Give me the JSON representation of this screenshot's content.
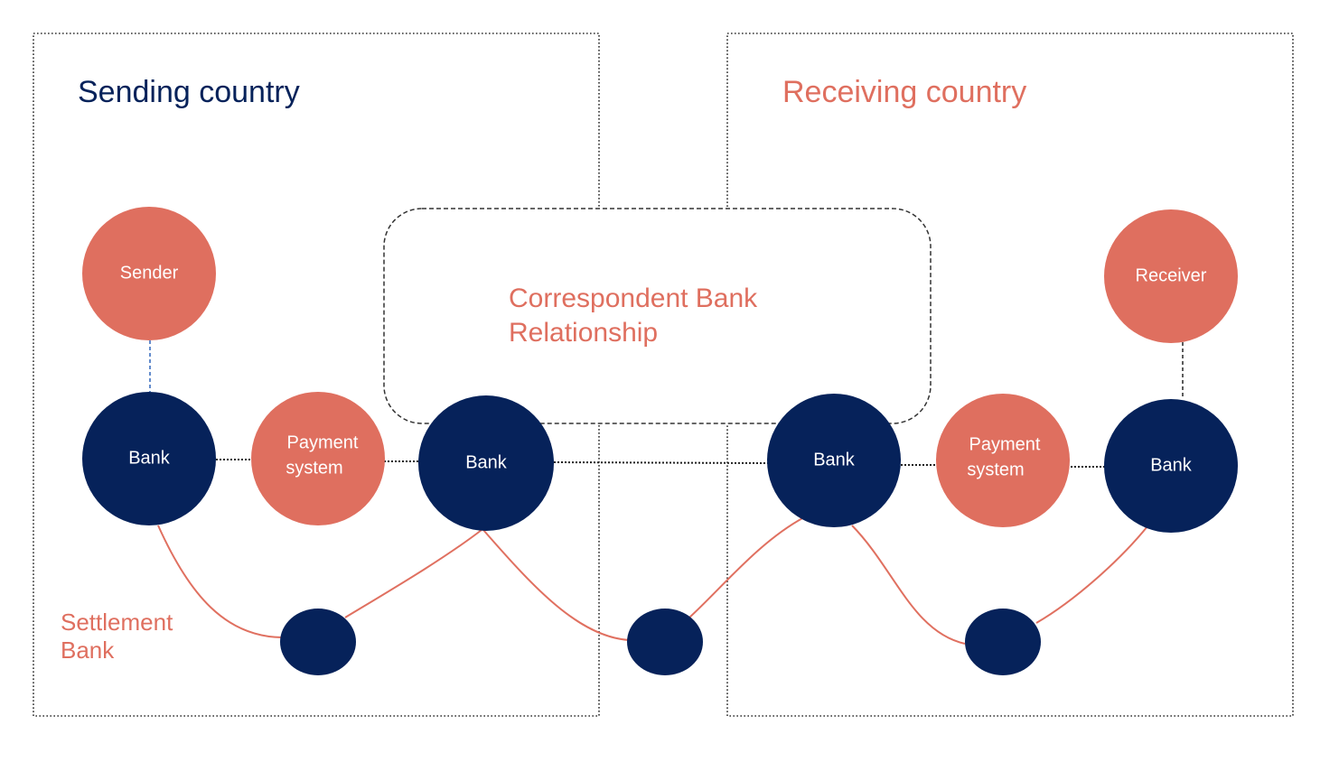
{
  "colors": {
    "navy": "#06225a",
    "coral": "#df6f5f",
    "box_stroke": "#333333",
    "link_blue": "#3d6fbf"
  },
  "titles": {
    "sending": "Sending country",
    "receiving": "Receiving country"
  },
  "correspondent": {
    "line1": "Correspondent Bank",
    "line2": "Relationship"
  },
  "settlement_label": {
    "line1": "Settlement",
    "line2": "Bank"
  },
  "nodes": {
    "sender": {
      "label": "Sender"
    },
    "sending_bank": {
      "label": "Bank"
    },
    "sending_payment_system": {
      "line1": "Payment",
      "line2": "system"
    },
    "sending_correspondent_bank": {
      "label": "Bank"
    },
    "receiving_correspondent_bank": {
      "label": "Bank"
    },
    "receiving_payment_system": {
      "line1": "Payment",
      "line2": "system"
    },
    "receiving_bank": {
      "label": "Bank"
    },
    "receiver": {
      "label": "Receiver"
    }
  }
}
